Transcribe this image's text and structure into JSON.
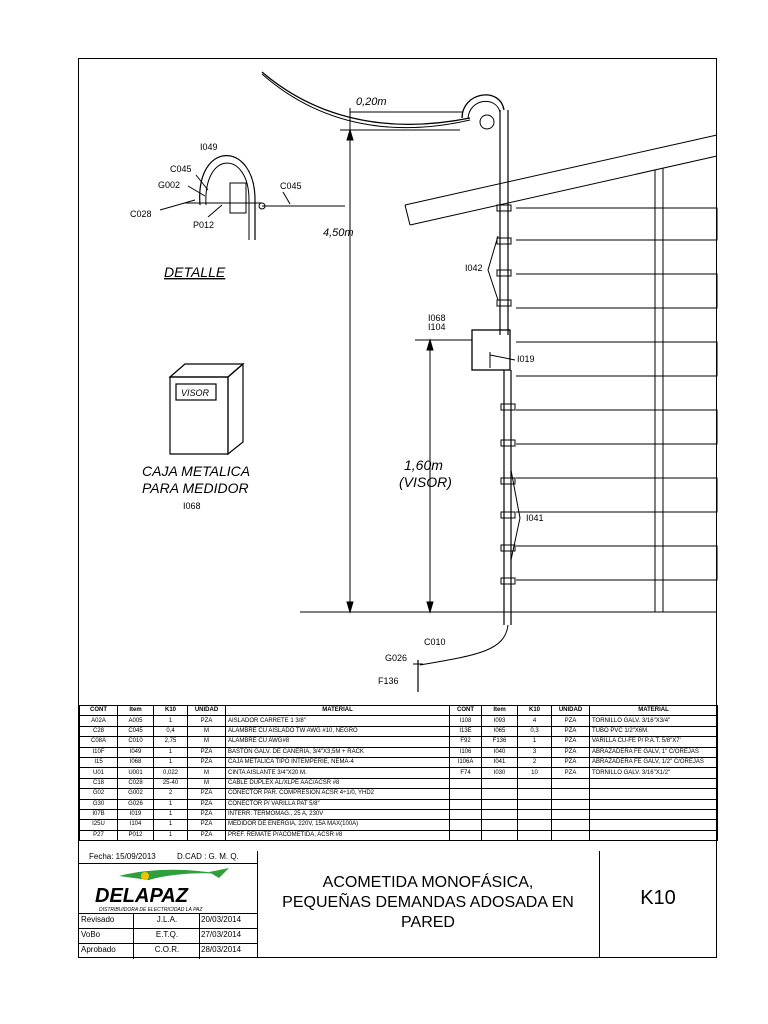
{
  "drawing": {
    "detail_title": "DETALLE",
    "detail_labels": {
      "i049": "I049",
      "c045a": "C045",
      "g002": "G002",
      "c028": "C028",
      "p012": "P012",
      "c045b": "C045"
    },
    "dimensions": {
      "top": "0,20m",
      "height": "4,50m",
      "visor_line1": "1,60m",
      "visor_line2": "(VISOR)"
    },
    "box_label": "VISOR",
    "box_caption_line1": "CAJA METALICA",
    "box_caption_line2": "PARA MEDIDOR",
    "box_code": "I068",
    "main_labels": {
      "i042": "I042",
      "i068": "I068",
      "i104": "I104",
      "i019": "I019",
      "i041": "I041",
      "c010": "C010",
      "g026": "G026",
      "f136": "F136"
    }
  },
  "table": {
    "headers": [
      "CONT",
      "Item",
      "K10",
      "UNIDAD",
      "MATERIAL",
      "CONT",
      "Item",
      "K10",
      "UNIDAD",
      "MATERIAL"
    ],
    "rows": [
      [
        "A02A",
        "A005",
        "1",
        "PZA",
        "AISLADOR CARRETE 1 3/8\"",
        "I108",
        "I093",
        "4",
        "PZA",
        "TORNILLO GALV. 3/16\"X3/4\""
      ],
      [
        "C28",
        "C045",
        "0,4",
        "M",
        "ALAMBRE CU AISLADO TW AWG #10, NEGRO",
        "I13E",
        "I065",
        "0,3",
        "PZA",
        "TUBO PVC 1/2\"X6M."
      ],
      [
        "C08A",
        "C010",
        "2,75",
        "M",
        "ALAMBRE CU AWG#8",
        "F92",
        "F136",
        "1",
        "PZA",
        "VARILLA CU-FE P/ P.A.T. 5/8\"X7'"
      ],
      [
        "I10F",
        "I049",
        "1",
        "PZA",
        "BASTON GALV. DE CAÑERIA, 3/4\"X3,5M + RACK",
        "I106",
        "I040",
        "3",
        "PZA",
        "ABRAZADERA FE GALV, 1\" C/OREJAS"
      ],
      [
        "I15",
        "I068",
        "1",
        "PZA",
        "CAJA METALICA TIPO INTEMPERIE, NEMA-4",
        "I106A",
        "I041",
        "2",
        "PZA",
        "ABRAZADERA FE GALV, 1/2\" C/OREJAS"
      ],
      [
        "U01",
        "U001",
        "0,022",
        "M",
        "CINTA AISLANTE 3/4\"X20 M.",
        "F74",
        "I030",
        "10",
        "PZA",
        "TORNILLO GALV. 3/16\"X1/2\""
      ],
      [
        "C18",
        "C028",
        "25-40",
        "M",
        "CABLE DUPLEX AL/XLPE AAC/ACSR #8",
        "",
        "",
        "",
        "",
        ""
      ],
      [
        "G02",
        "G002",
        "2",
        "PZA",
        "CONECTOR PAR. COMPRESION ACSR 4÷1/0, YHD2",
        "",
        "",
        "",
        "",
        ""
      ],
      [
        "G30",
        "G026",
        "1",
        "PZA",
        "CONECTOR P/ VARILLA PAT 5/8\"",
        "",
        "",
        "",
        "",
        ""
      ],
      [
        "I07B",
        "I019",
        "1",
        "PZA",
        "INTERR. TERMOMAG., 25 A, 230V",
        "",
        "",
        "",
        "",
        ""
      ],
      [
        "I25U",
        "I104",
        "1",
        "PZA",
        "MEDIDOR DE ENERGIA, 220V, 15A MAX(100A)",
        "",
        "",
        "",
        "",
        ""
      ],
      [
        "P27",
        "P012",
        "1",
        "PZA",
        "PREF. REMATE P/ACOMETIDA, ACSR #8",
        "",
        "",
        "",
        "",
        ""
      ]
    ]
  },
  "title_block": {
    "fecha": "Fecha: 15/09/2013",
    "dcad": "D.CAD : G. M. Q.",
    "logo_text": "DELAPAZ",
    "logo_sub": "DISTRIBUIDORA DE ELECTRICIDAD LA PAZ",
    "signoffs": [
      {
        "role": "Revisado",
        "name": "J.L.A.",
        "date": "20/03/2014"
      },
      {
        "role": "VoBo",
        "name": "E.T.Q.",
        "date": "27/03/2014"
      },
      {
        "role": "Aprobado",
        "name": "C.O.R.",
        "date": "28/03/2014"
      }
    ],
    "title_line1": "ACOMETIDA MONOFÁSICA,",
    "title_line2": "PEQUEÑAS DEMANDAS ADOSADA EN",
    "title_line3": "PARED",
    "code": "K10"
  },
  "colors": {
    "line": "#000000",
    "logo_green": "#2f9e3b",
    "logo_yellow": "#f2c200"
  }
}
